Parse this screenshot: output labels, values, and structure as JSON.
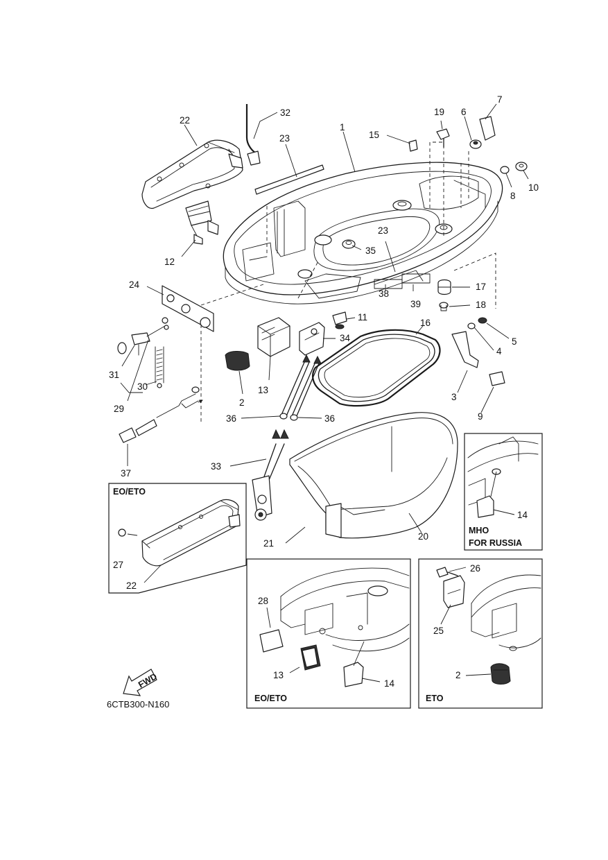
{
  "diagram_code": "6CTB300-N160",
  "fwd_label": "FWD",
  "callouts": [
    {
      "id": "c32",
      "text": "32"
    },
    {
      "id": "c22",
      "text": "22"
    },
    {
      "id": "c23a",
      "text": "23"
    },
    {
      "id": "c1",
      "text": "1"
    },
    {
      "id": "c15",
      "text": "15"
    },
    {
      "id": "c19",
      "text": "19"
    },
    {
      "id": "c6",
      "text": "6"
    },
    {
      "id": "c7",
      "text": "7"
    },
    {
      "id": "c10",
      "text": "10"
    },
    {
      "id": "c8",
      "text": "8"
    },
    {
      "id": "c12",
      "text": "12"
    },
    {
      "id": "c23b",
      "text": "23"
    },
    {
      "id": "c35",
      "text": "35"
    },
    {
      "id": "c24",
      "text": "24"
    },
    {
      "id": "c17",
      "text": "17"
    },
    {
      "id": "c18",
      "text": "18"
    },
    {
      "id": "c38",
      "text": "38"
    },
    {
      "id": "c39",
      "text": "39"
    },
    {
      "id": "c11",
      "text": "11"
    },
    {
      "id": "c5",
      "text": "5"
    },
    {
      "id": "c4",
      "text": "4"
    },
    {
      "id": "c34",
      "text": "34"
    },
    {
      "id": "c16",
      "text": "16"
    },
    {
      "id": "c31",
      "text": "31"
    },
    {
      "id": "c30",
      "text": "30"
    },
    {
      "id": "c29",
      "text": "29"
    },
    {
      "id": "c13a",
      "text": "13"
    },
    {
      "id": "c2a",
      "text": "2"
    },
    {
      "id": "c3",
      "text": "3"
    },
    {
      "id": "c9",
      "text": "9"
    },
    {
      "id": "c36a",
      "text": "36"
    },
    {
      "id": "c36b",
      "text": "36"
    },
    {
      "id": "c37",
      "text": "37"
    },
    {
      "id": "c33",
      "text": "33"
    },
    {
      "id": "c14a",
      "text": "14"
    },
    {
      "id": "c21",
      "text": "21"
    },
    {
      "id": "c20",
      "text": "20"
    },
    {
      "id": "c27",
      "text": "27"
    },
    {
      "id": "c22b",
      "text": "22"
    },
    {
      "id": "c26",
      "text": "26"
    },
    {
      "id": "c28",
      "text": "28"
    },
    {
      "id": "c25",
      "text": "25"
    },
    {
      "id": "c13b",
      "text": "13"
    },
    {
      "id": "c14b",
      "text": "14"
    },
    {
      "id": "c2b",
      "text": "2"
    }
  ],
  "inset_boxes": {
    "eo_eto_top": "EO/ETO",
    "mho_line1": "MHO",
    "mho_line2": "FOR RUSSIA",
    "eo_eto_bottom": "EO/ETO",
    "eto": "ETO"
  }
}
